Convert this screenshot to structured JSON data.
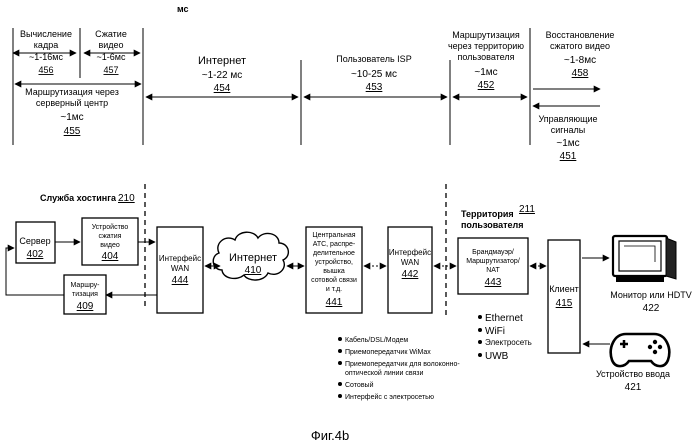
{
  "header": {
    "top_label": "мс"
  },
  "latency": {
    "frame_calc": {
      "label1": "Вычисление",
      "label2": "кадра",
      "value": "~1-16мс",
      "ref": "456"
    },
    "video_compress": {
      "label1": "Сжатие",
      "label2": "видео",
      "value": "~1-6мс",
      "ref": "457"
    },
    "routing_server": {
      "label1": "Маршрутизация через",
      "label2": "серверный центр",
      "value": "~1мс",
      "ref": "455"
    },
    "internet": {
      "label": "Интернет",
      "value": "~1-22 мс",
      "ref": "454"
    },
    "isp_user": {
      "label": "Пользователь ISP",
      "value": "~10-25 мс",
      "ref": "453"
    },
    "routing_user": {
      "label1": "Маршрутизация",
      "label2": "через территорию",
      "label3": "пользователя",
      "value": "~1мс",
      "ref": "452"
    },
    "decompress": {
      "label1": "Восстановление",
      "label2": "сжатого видео",
      "value": "~1-8мс",
      "ref": "458"
    },
    "control": {
      "label1": "Управляющие",
      "label2": "сигналы",
      "value": "~1мс",
      "ref": "451"
    }
  },
  "hosting": {
    "title": "Служба хостинга",
    "ref": "210",
    "server": {
      "label": "Сервер",
      "ref": "402"
    },
    "compressor": {
      "line1": "Устройство",
      "line2": "сжатия",
      "line3": "видео",
      "ref": "404"
    },
    "router": {
      "line1": "Маршру-",
      "line2": "тизация",
      "ref": "409"
    },
    "wan": {
      "line1": "Интерфейс",
      "line2": "WAN",
      "ref": "444"
    }
  },
  "internet_cloud": {
    "label": "Интернет",
    "ref": "410"
  },
  "central": {
    "lines": [
      "Центральная",
      "АТС, распре-",
      "делительное",
      "устройство,",
      "вышка",
      "сотовой связи",
      "и т.д."
    ],
    "ref": "441"
  },
  "user_wan": {
    "line1": "Интерфейс",
    "line2": "WAN",
    "ref": "442"
  },
  "premises": {
    "line1": "Территория",
    "line2": "пользователя",
    "ref": "211"
  },
  "firewall": {
    "line1": "Брандмауэр/",
    "line2": "Маршрутизатор/",
    "line3": "NAT",
    "ref": "443"
  },
  "client": {
    "label": "Клиент",
    "ref": "415"
  },
  "connection_types": [
    "Кабель/DSL/Модем",
    "Приемопередатчик WiMax",
    "Приемопередатчик для волоконно-",
    "оптической линии связи",
    "Сотовый",
    "Интерфейс с электросетью"
  ],
  "lan_types": [
    "Ethernet",
    "WiFi",
    "Электросеть",
    "UWB"
  ],
  "monitor": {
    "label": "Монитор или HDTV",
    "ref": "422"
  },
  "input_device": {
    "label": "Устройство ввода",
    "ref": "421"
  },
  "caption": "Фиг.4b"
}
